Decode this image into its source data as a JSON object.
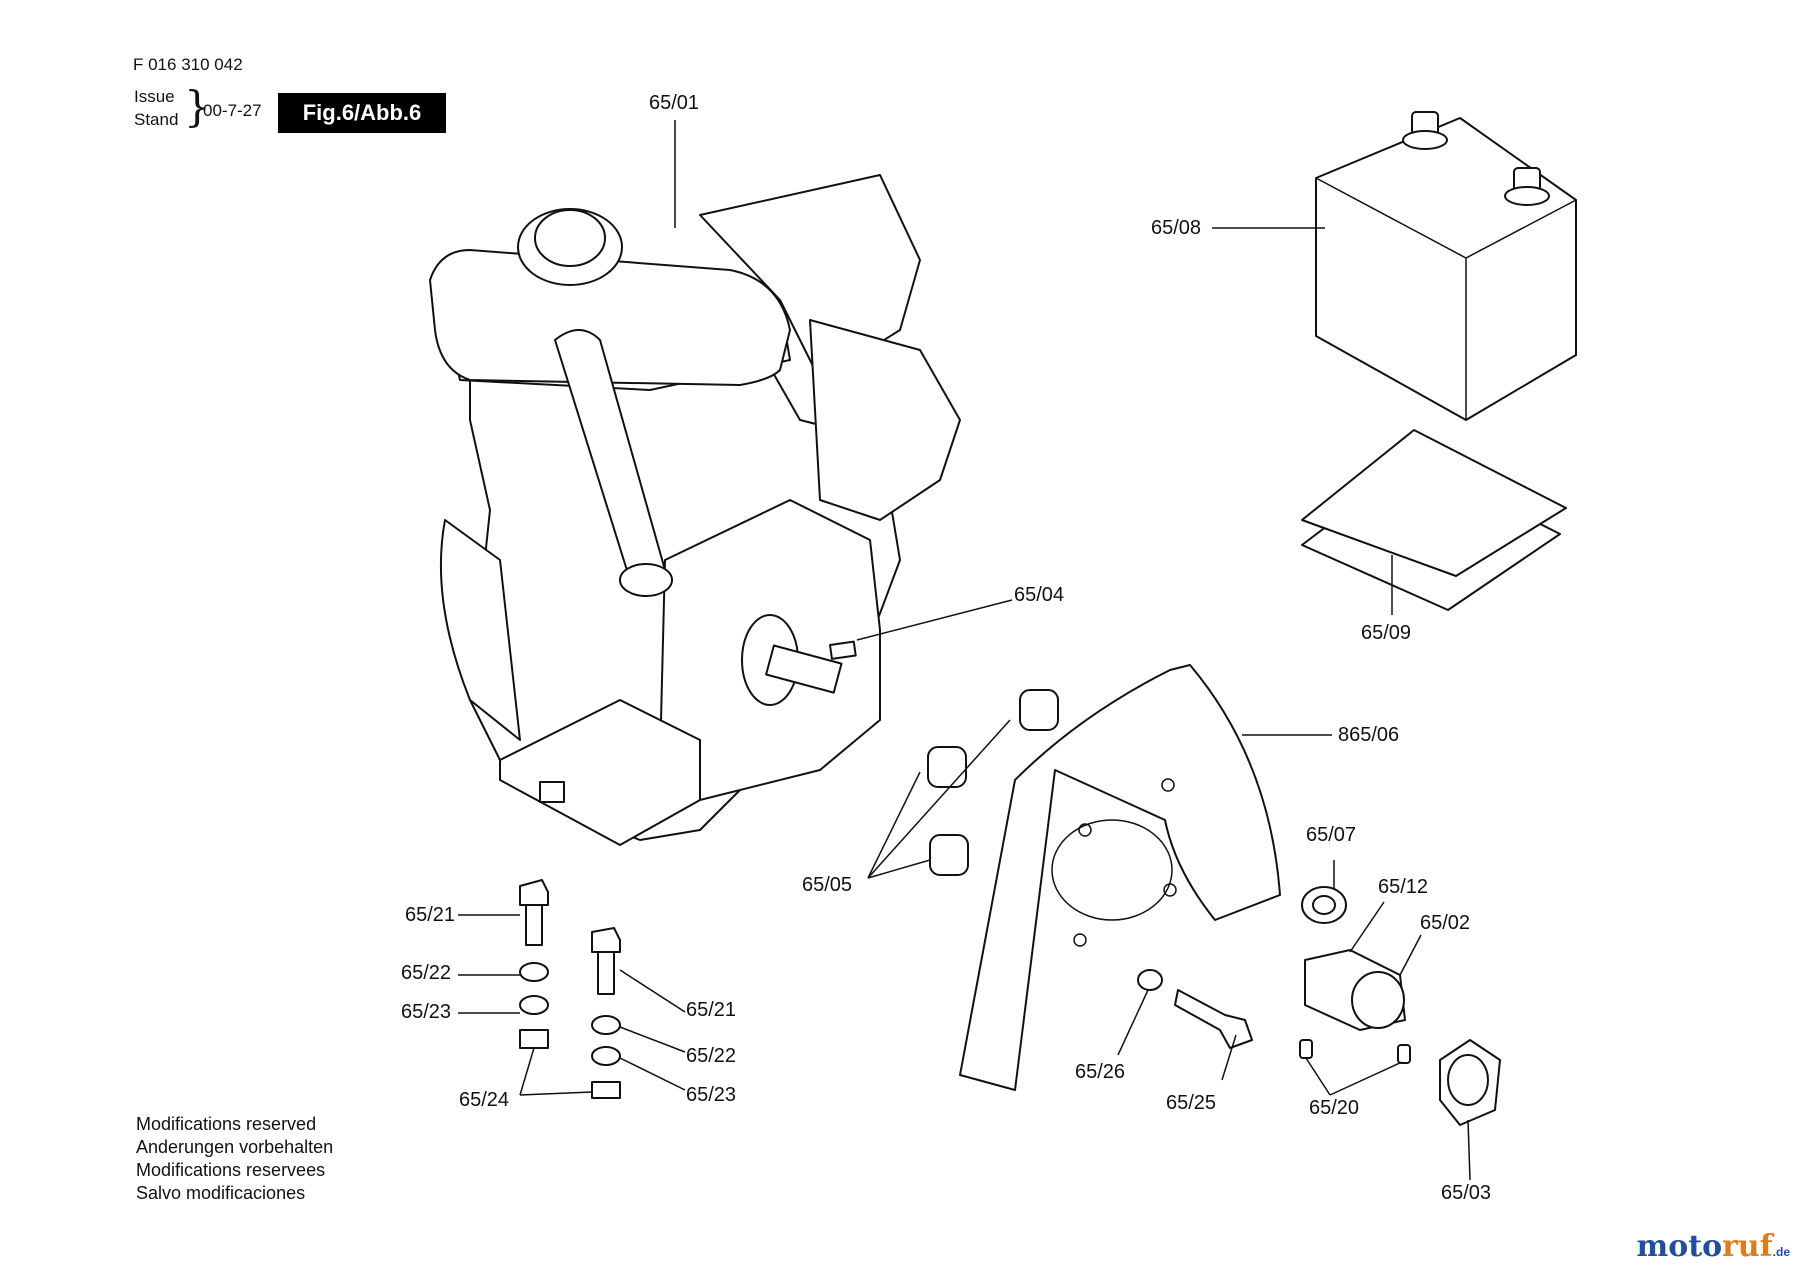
{
  "header": {
    "doc_number": "F 016 310 042",
    "issue_label": "Issue",
    "stand_label": "Stand",
    "date": "00-7-27",
    "figure": "Fig.6/Abb.6"
  },
  "parts": {
    "engine": "65/01",
    "battery": "65/08",
    "battery_pads": "65/09",
    "key": "65/04",
    "guard": "865/06",
    "spacers": "65/05",
    "bushing": "65/07",
    "hub": "65/12",
    "pin_02": "65/02",
    "bolt_left": "65/21",
    "washer_left": "65/22",
    "lockwasher_left": "65/23",
    "nut": "65/24",
    "bolt_right": "65/21",
    "washer_right": "65/22",
    "lockwasher_right": "65/23",
    "washer_26": "65/26",
    "bolt_25": "65/25",
    "setscrews": "65/20",
    "coupling": "65/03"
  },
  "notes": [
    "Modifications reserved",
    "Anderungen vorbehalten",
    "Modifications reservees",
    "Salvo modificaciones"
  ],
  "watermark": {
    "part1": "moto",
    "part2": "ruf",
    "tld": ".de"
  }
}
